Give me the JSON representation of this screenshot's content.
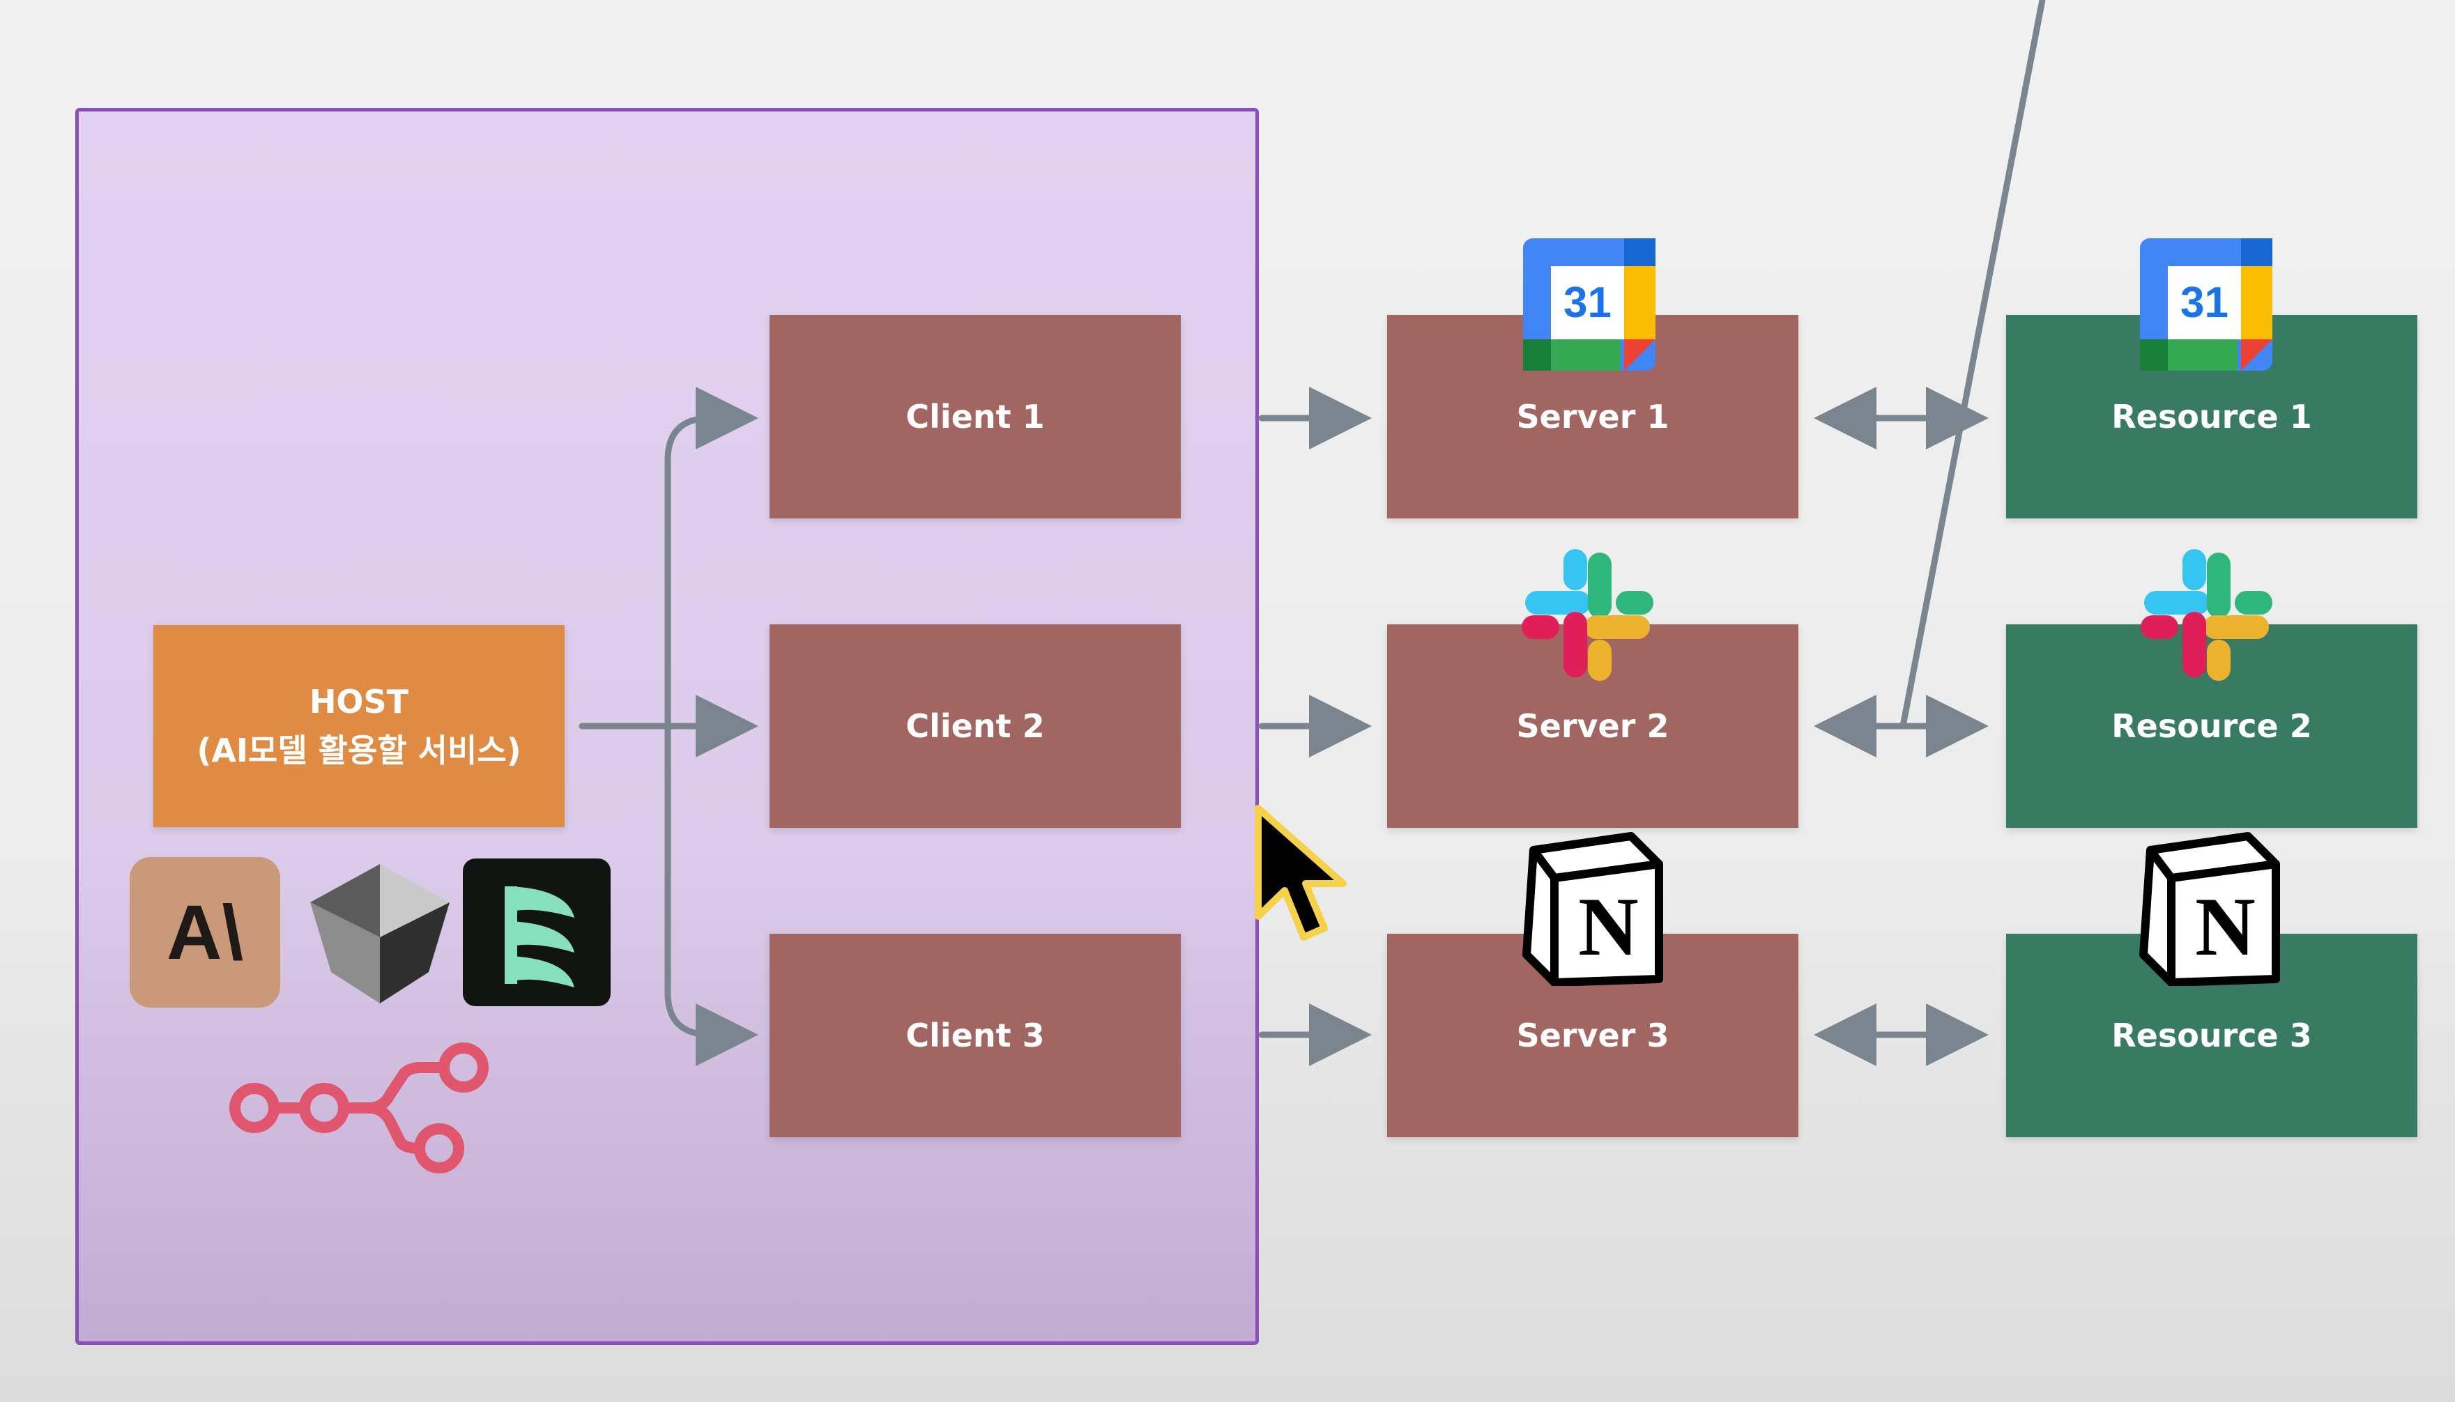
{
  "host": {
    "title": "HOST",
    "subtitle": "(AI모델 활용할 서비스)",
    "logos": [
      "anthropic-logo",
      "prism-logo",
      "cursor-like-logo",
      "n8n-logo"
    ],
    "anthropic_text": "A\\"
  },
  "clients": [
    {
      "label": "Client 1"
    },
    {
      "label": "Client 2"
    },
    {
      "label": "Client 3"
    }
  ],
  "servers": [
    {
      "label": "Server 1",
      "icon": "google-calendar-icon",
      "icon_text": "31"
    },
    {
      "label": "Server 2",
      "icon": "slack-icon"
    },
    {
      "label": "Server 3",
      "icon": "notion-icon",
      "icon_text": "N"
    }
  ],
  "resources": [
    {
      "label": "Resource 1",
      "icon": "google-calendar-icon",
      "icon_text": "31"
    },
    {
      "label": "Resource 2",
      "icon": "slack-icon"
    },
    {
      "label": "Resource 3",
      "icon": "notion-icon",
      "icon_text": "N"
    }
  ],
  "colors": {
    "host_panel_border": "#8a4fb8",
    "host_panel_fill": "#e2d2f1",
    "host_box": "#df8b43",
    "client_server_box": "#a16562",
    "resource_box": "#387a62",
    "connector": "#7a8590"
  }
}
